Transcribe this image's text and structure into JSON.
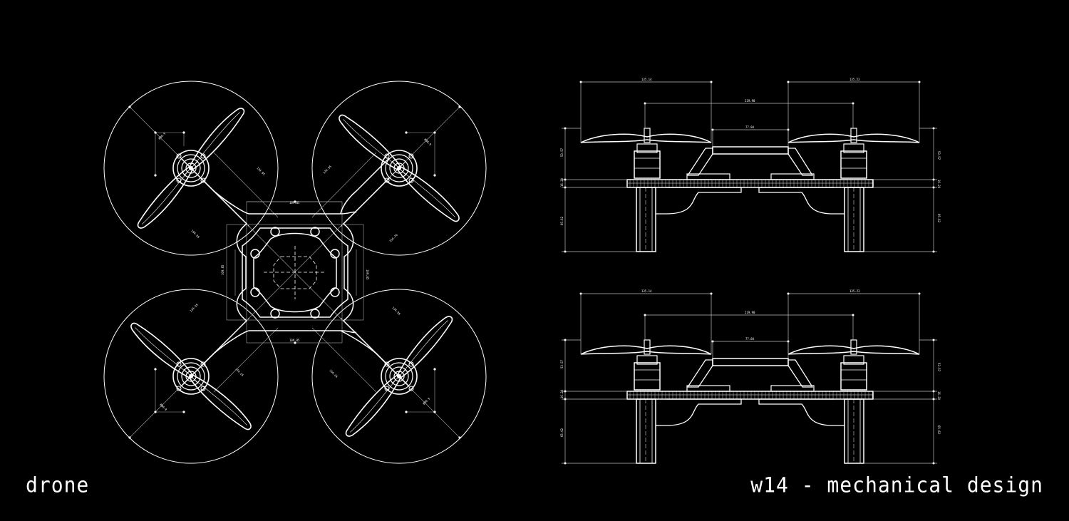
{
  "caption_left": "drone",
  "caption_right": "w14 - mechanical design",
  "top_view": {
    "arm_dims": [
      "Ø90.9",
      "Ø90.9",
      "Ø90.9",
      "Ø90.9"
    ],
    "arm_lengths": [
      "134.95",
      "134.95",
      "134.95",
      "134.95"
    ],
    "diag_lengths": [
      "154.26",
      "154.26",
      "154.26",
      "154.26"
    ],
    "body_top": "109.85",
    "body_bottom": "109.85",
    "body_left": "109.85",
    "body_right": "109.85"
  },
  "side_view_1": {
    "span_left": "135.14",
    "span_right": "135.23",
    "axle_spacing": "219.90",
    "top_plate": "77.84",
    "left_prop_h": "53.57",
    "right_prop_h": "53.57",
    "left_plate_h": "16.20",
    "right_plate_h": "16.20",
    "left_leg_h": "65.62",
    "right_leg_h": "65.62"
  },
  "side_view_2": {
    "span_left": "135.14",
    "span_right": "135.23",
    "axle_spacing": "219.90",
    "top_plate": "77.84",
    "left_prop_h": "53.57",
    "right_prop_h": "53.57",
    "left_plate_h": "16.20",
    "right_plate_h": "16.20",
    "left_leg_h": "65.62",
    "right_leg_h": "65.62"
  },
  "colors": {
    "background": "#000000",
    "line": "#ffffff",
    "dim_line": "#bbbbbb"
  }
}
